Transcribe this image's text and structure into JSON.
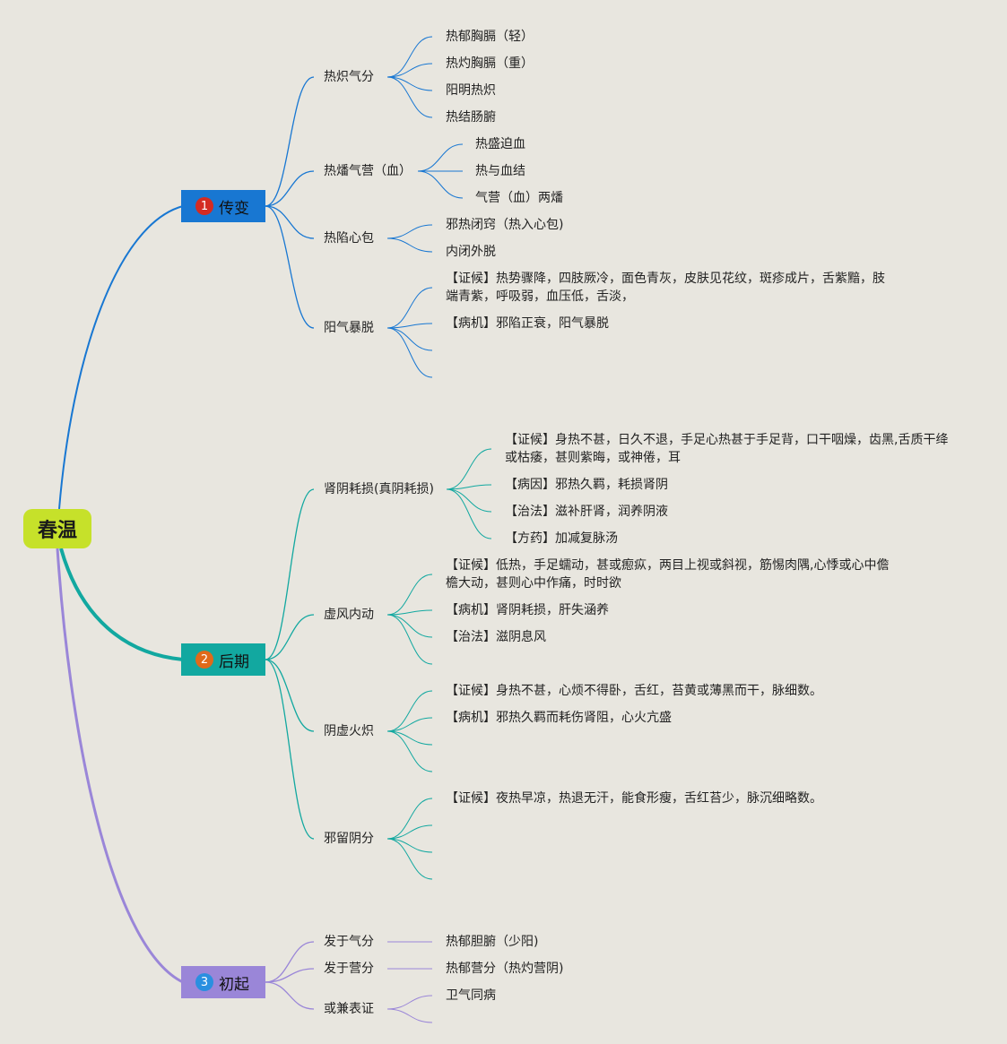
{
  "root": {
    "label": "春温",
    "color": "#c6e12a"
  },
  "branches": [
    {
      "key": "b1",
      "num": "1",
      "label": "传变",
      "color": "#1877d2",
      "num_color": "#d42b22",
      "subs": [
        {
          "label": "热炽气分",
          "items": [
            "热郁胸膈（轻）",
            "热灼胸膈（重）",
            "阳明热炽",
            "热结肠腑"
          ]
        },
        {
          "label": "热燔气营（血）",
          "items": [
            "热盛迫血",
            "热与血结",
            "气营（血）两燔"
          ]
        },
        {
          "label": "热陷心包",
          "items": [
            "邪热闭窍（热入心包)",
            "内闭外脱"
          ]
        },
        {
          "label": "阳气暴脱",
          "items": [
            "【证候】热势骤降，四肢厥冷，面色青灰，皮肤见花纹，斑疹成片，舌紫黯，肢端青紫，呼吸弱，血压低，舌淡，",
            "【病机】邪陷正衰，阳气暴脱"
          ]
        }
      ]
    },
    {
      "key": "b2",
      "num": "2",
      "label": "后期",
      "color": "#12a8a0",
      "num_color": "#e06a1a",
      "subs": [
        {
          "label": "肾阴耗损(真阴耗损)",
          "items": [
            "【证候】身热不甚，日久不退，手足心热甚于手足背，口干咽燥，齿黑,舌质干绛或枯痿，甚则紫晦，或神倦，耳",
            "【病因】邪热久羁，耗损肾阴",
            "【治法】滋补肝肾，润养阴液",
            "【方药】加减复脉汤"
          ]
        },
        {
          "label": "虚风内动",
          "items": [
            "【证候】低热，手足蠕动，甚或瘛疭，两目上视或斜视，筋惕肉隅,心悸或心中儋檐大动，甚则心中作痛，时时欲",
            "【病机】肾阴耗损，肝失涵养",
            "【治法】滋阴息风"
          ]
        },
        {
          "label": "阴虚火炽",
          "items": [
            "【证候】身热不甚，心烦不得卧，舌红，苔黄或薄黑而干，脉细数。",
            "【病机】邪热久羁而耗伤肾阻，心火亢盛"
          ]
        },
        {
          "label": "邪留阴分",
          "items": [
            "【证候】夜热早凉，热退无汗，能食形瘦，舌红苔少，脉沉细略数。"
          ]
        }
      ]
    },
    {
      "key": "b3",
      "num": "3",
      "label": "初起",
      "color": "#9a86d8",
      "num_color": "#2a8fe0",
      "subs": [
        {
          "label": "发于气分",
          "items": [
            "热郁胆腑（少阳)"
          ]
        },
        {
          "label": "发于营分",
          "items": [
            "热郁营分（热灼营阴)"
          ]
        },
        {
          "label": "或兼表证",
          "items": [
            "卫气同病"
          ]
        }
      ]
    }
  ]
}
